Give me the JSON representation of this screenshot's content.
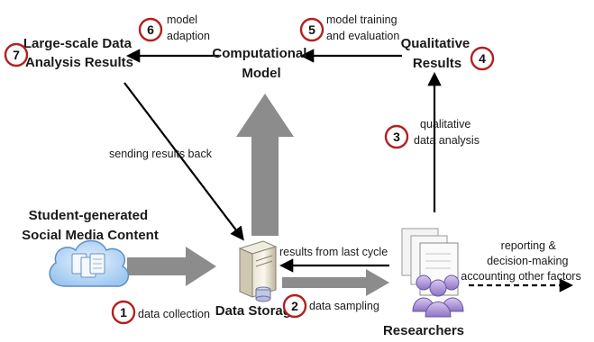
{
  "nodes": {
    "large_scale_results": [
      "Large-scale Data",
      "Analysis Results"
    ],
    "computational_model": [
      "Computational",
      "Model"
    ],
    "qualitative_results": [
      "Qualitative",
      "Results"
    ],
    "student_content": [
      "Student-generated",
      "Social Media Content"
    ],
    "data_storage": "Data Storage",
    "researchers": "Researchers"
  },
  "edges": {
    "model_adaption": [
      "model",
      "adaption"
    ],
    "model_training": [
      "model training",
      "and evaluation"
    ],
    "qualitative_analysis": [
      "qualitative",
      "data analysis"
    ],
    "sending_results": "sending results back",
    "data_collection": "data collection",
    "data_sampling": "data sampling",
    "results_last_cycle": "results from last cycle",
    "reporting": [
      "reporting &",
      "decision-making",
      "accounting other factors"
    ]
  },
  "steps": [
    "1",
    "2",
    "3",
    "4",
    "5",
    "6",
    "7"
  ],
  "colors": {
    "badge_ring": "#b32020",
    "gray_arrow": "#8c8c8c",
    "text": "#1a1a1a"
  },
  "icons": {
    "cloud": "cloud-documents-icon",
    "server": "database-server-icon",
    "documents": "documents-stack-icon",
    "people": "people-group-icon"
  }
}
